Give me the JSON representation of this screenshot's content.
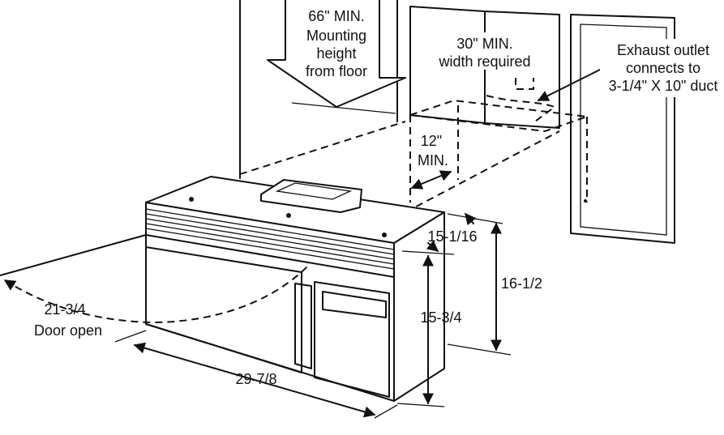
{
  "labels": {
    "mount_height": [
      "66\" MIN.",
      "Mounting",
      "height",
      "from floor"
    ],
    "width_required": [
      "30\" MIN.",
      "width required"
    ],
    "exhaust": [
      "Exhaust outlet",
      "connects to",
      "3-1/4\" X 10\" duct"
    ],
    "depth_min": [
      "12\"",
      "MIN."
    ],
    "dim_15_1_16": "15-1/16",
    "dim_16_1_2": "16-1/2",
    "dim_15_3_4": "15-3/4",
    "door_open": [
      "21-3/4",
      "Door open"
    ],
    "width": "29-7/8"
  },
  "colors": {
    "line": "#111111",
    "background": "#ffffff"
  }
}
